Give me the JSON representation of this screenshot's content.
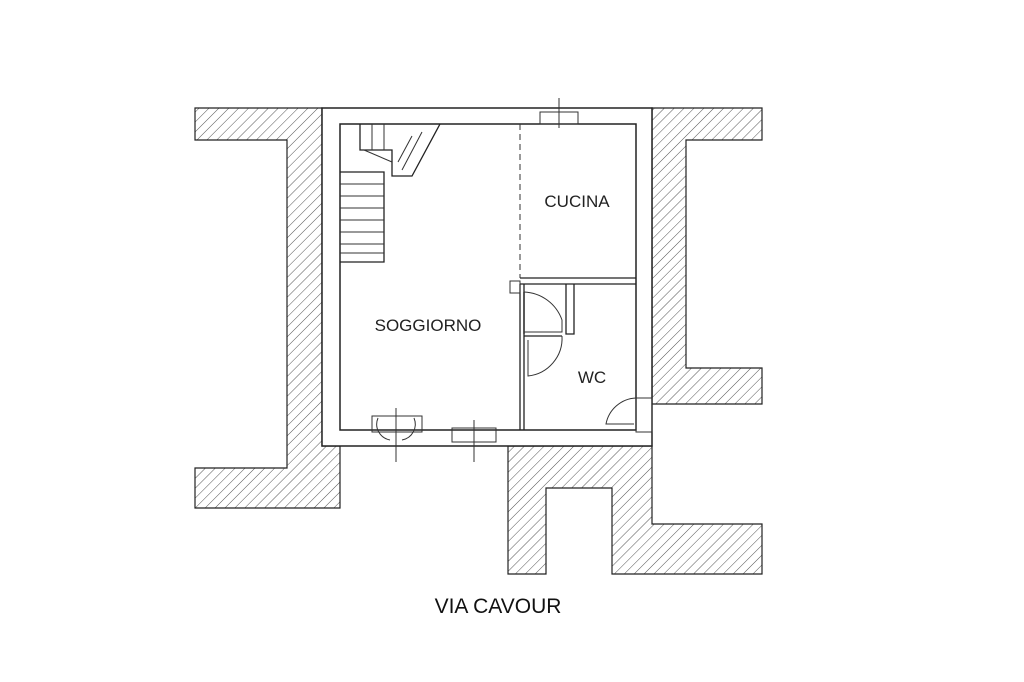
{
  "plan": {
    "rooms": [
      {
        "name": "SOGGIORNO"
      },
      {
        "name": "CUCINA"
      },
      {
        "name": "WC"
      }
    ],
    "street": "VIA CAVOUR",
    "top_label": ""
  }
}
